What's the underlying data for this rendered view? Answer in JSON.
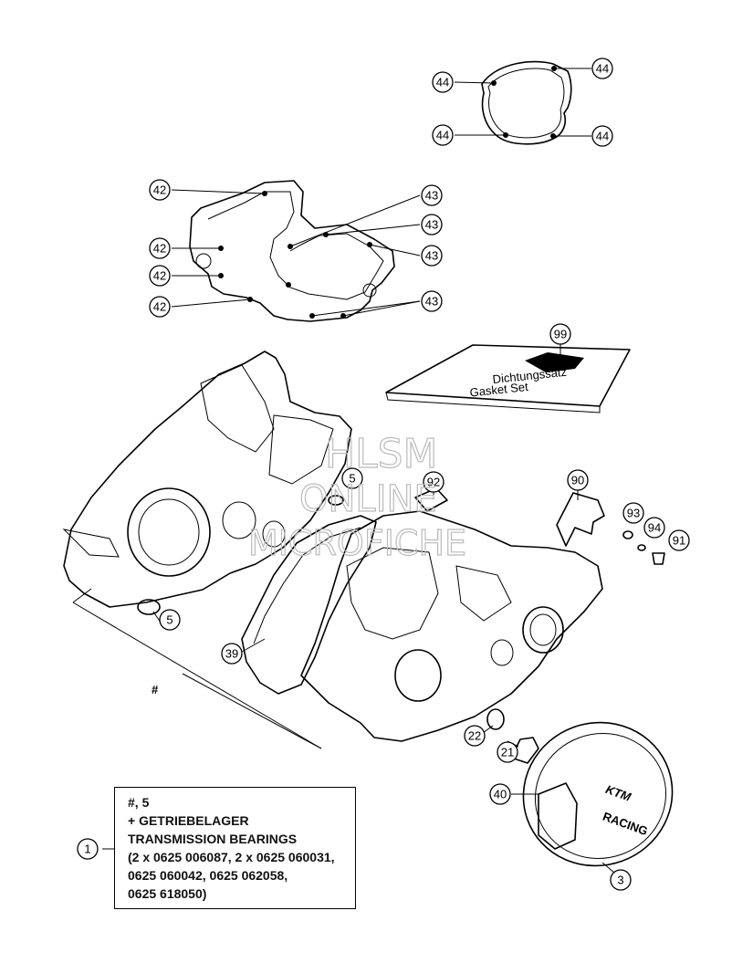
{
  "callouts": [
    {
      "id": "c44a",
      "label": "44"
    },
    {
      "id": "c44b",
      "label": "44"
    },
    {
      "id": "c44c",
      "label": "44"
    },
    {
      "id": "c44d",
      "label": "44"
    },
    {
      "id": "c42a",
      "label": "42"
    },
    {
      "id": "c42b",
      "label": "42"
    },
    {
      "id": "c42c",
      "label": "42"
    },
    {
      "id": "c42d",
      "label": "42"
    },
    {
      "id": "c43a",
      "label": "43"
    },
    {
      "id": "c43b",
      "label": "43"
    },
    {
      "id": "c43c",
      "label": "43"
    },
    {
      "id": "c43d",
      "label": "43"
    },
    {
      "id": "c99",
      "label": "99"
    },
    {
      "id": "c5a",
      "label": "5"
    },
    {
      "id": "c92",
      "label": "92"
    },
    {
      "id": "c90",
      "label": "90"
    },
    {
      "id": "c93",
      "label": "93"
    },
    {
      "id": "c94",
      "label": "94"
    },
    {
      "id": "c91",
      "label": "91"
    },
    {
      "id": "c5b",
      "label": "5"
    },
    {
      "id": "c39",
      "label": "39"
    },
    {
      "id": "c22",
      "label": "22"
    },
    {
      "id": "c21",
      "label": "21"
    },
    {
      "id": "c40",
      "label": "40"
    },
    {
      "id": "c3",
      "label": "3"
    },
    {
      "id": "c1",
      "label": "1"
    }
  ],
  "hash_mark": "#",
  "gasket_set_text": {
    "line1": "Dichtungssatz",
    "line2": "Gasket Set"
  },
  "cover_logo": {
    "brand": "KTM",
    "sub": "RACING"
  },
  "watermark": {
    "line1": "HLSM",
    "line2": "ONLINE",
    "line3": "MICROFICHE"
  },
  "legend": {
    "lines": [
      "#, 5",
      "+ GETRIEBELAGER",
      "TRANSMISSION BEARINGS",
      "(2 x 0625 006087, 2 x 0625 060031,",
      "0625 060042, 0625 062058,",
      "0625 618050)"
    ]
  }
}
